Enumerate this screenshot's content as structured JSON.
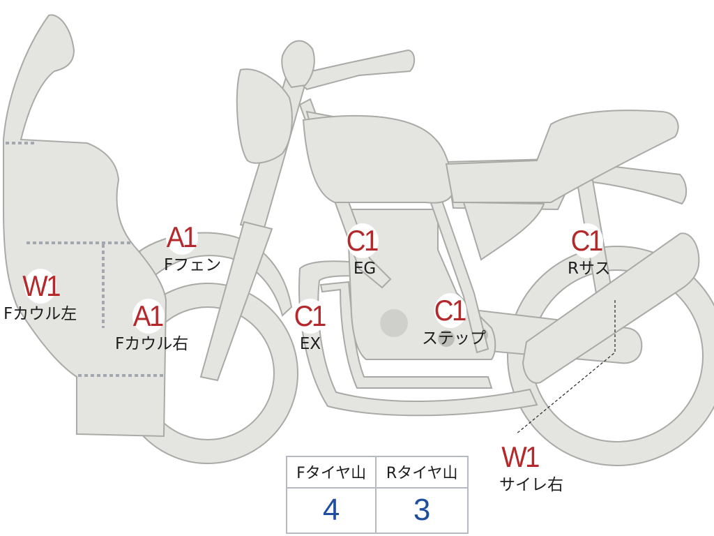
{
  "diagram": {
    "subject": "motorcycle side view",
    "grade_color": "#b4292b",
    "tread_value_color": "#1f4e9e",
    "markers": [
      {
        "id": "w1-front-cowl-left",
        "grade": "W1",
        "label": "Fカウル左"
      },
      {
        "id": "a1-front-fender",
        "grade": "A1",
        "label": "Fフェン"
      },
      {
        "id": "a1-front-cowl-right",
        "grade": "A1",
        "label": "Fカウル右"
      },
      {
        "id": "c1-exhaust",
        "grade": "C1",
        "label": "EX"
      },
      {
        "id": "c1-engine",
        "grade": "C1",
        "label": "EG"
      },
      {
        "id": "c1-step",
        "grade": "C1",
        "label": "ステップ"
      },
      {
        "id": "c1-rear-suspension",
        "grade": "C1",
        "label": "Rサス"
      },
      {
        "id": "w1-silencer-right",
        "grade": "W1",
        "label": "サイレ右"
      }
    ],
    "tread_table": {
      "headers": [
        "Fタイヤ山",
        "Rタイヤ山"
      ],
      "values": [
        "4",
        "3"
      ]
    }
  }
}
